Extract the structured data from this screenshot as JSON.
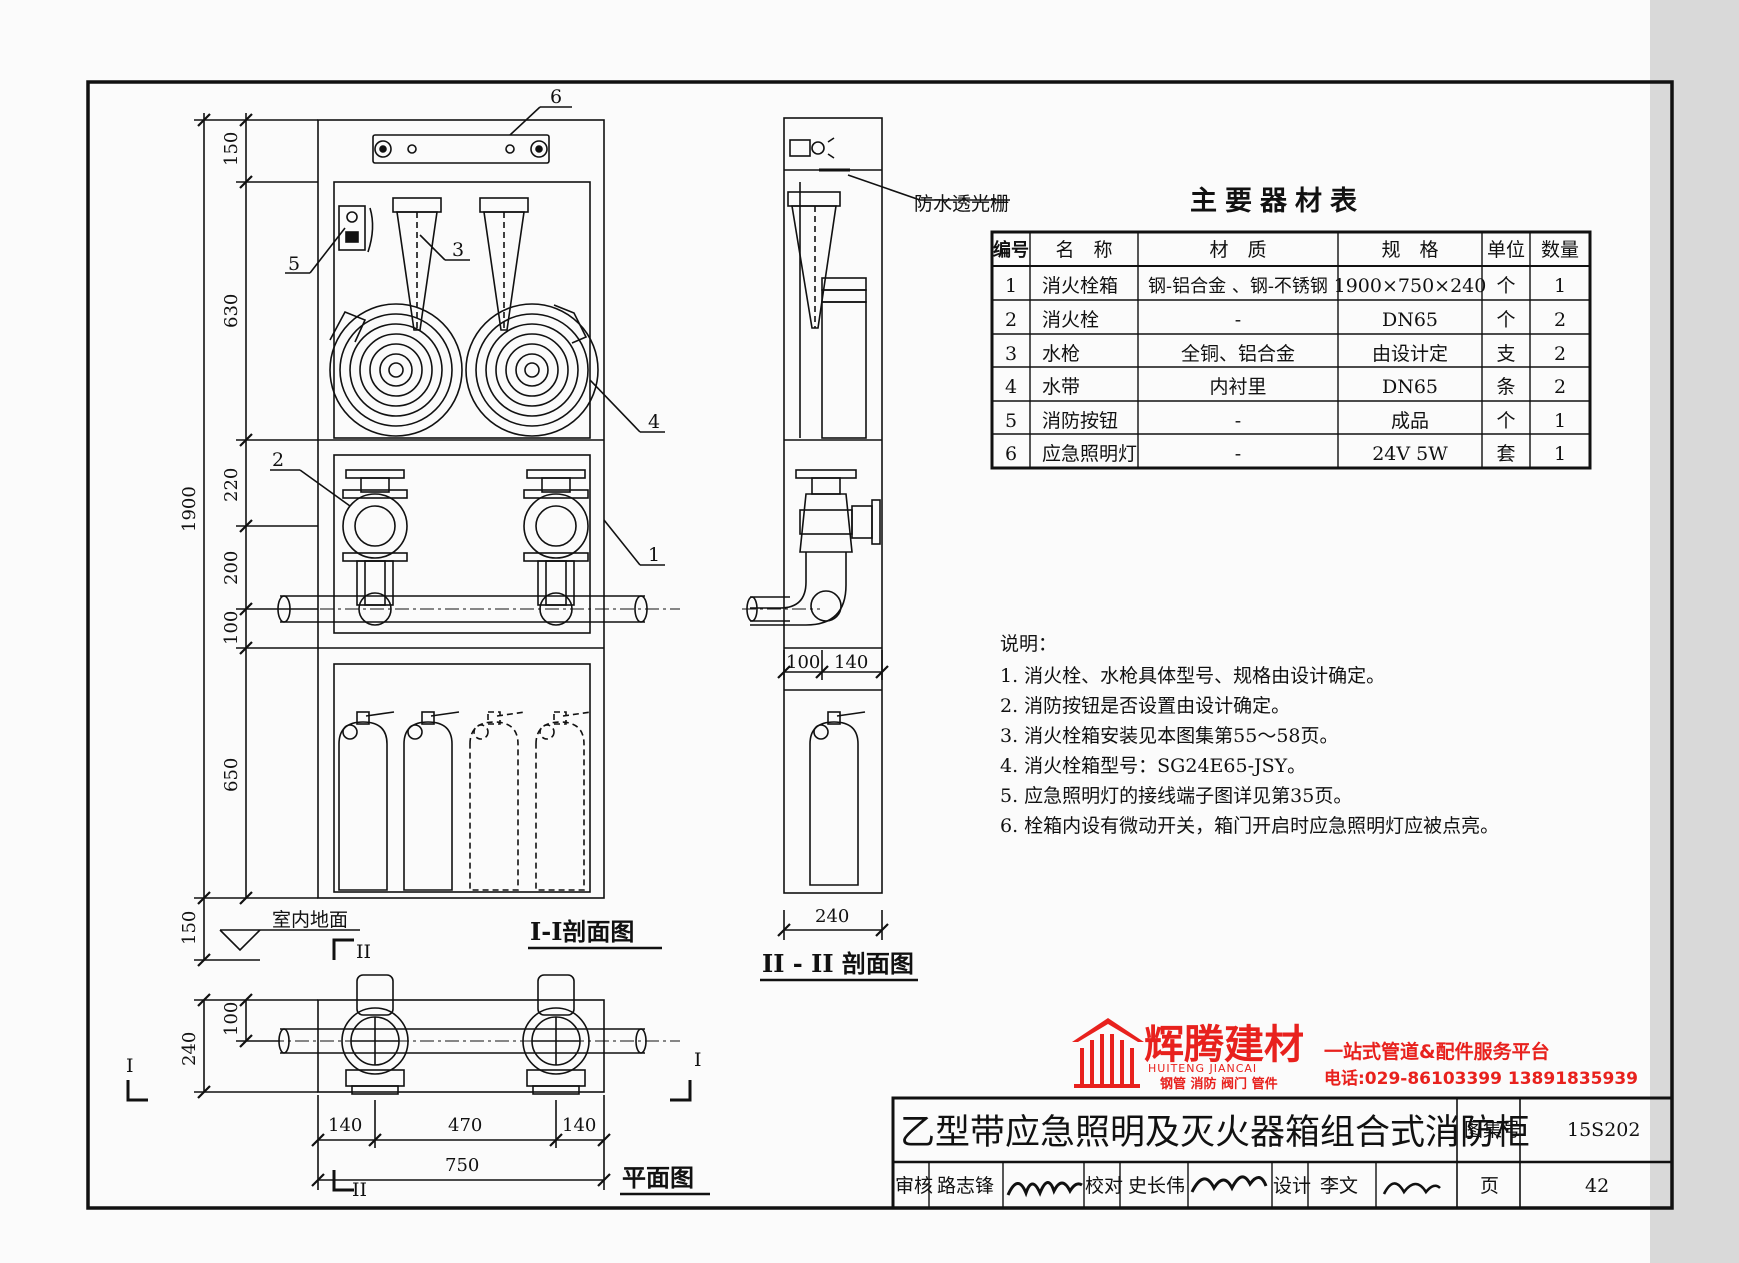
{
  "drawing": {
    "view_labels": {
      "section_1": "I-I剖面图",
      "section_2": "II - II 剖面图",
      "plan": "平面图",
      "floor": "室内地面",
      "waterproof_grille": "防水透光栅",
      "sec_mark_II": "II",
      "sec_mark_I": "I"
    },
    "callouts": [
      "1",
      "2",
      "3",
      "4",
      "5",
      "6"
    ],
    "vertical_dims": [
      "150",
      "630",
      "220",
      "200",
      "100",
      "650",
      "150",
      "1900"
    ],
    "plan_dims": {
      "d100": "100",
      "d240": "240",
      "d140a": "140",
      "d470": "470",
      "d140b": "140",
      "d750": "750"
    },
    "side_dims": {
      "d100": "100",
      "d140": "140",
      "d240": "240"
    }
  },
  "materials_table": {
    "title": "主要器材表",
    "headers": [
      "编号",
      "名　称",
      "材　质",
      "规　格",
      "单位",
      "数量"
    ],
    "rows": [
      [
        "1",
        "消火栓箱",
        "钢-铝合金 、钢-不锈钢",
        "1900×750×240",
        "个",
        "1"
      ],
      [
        "2",
        "消火栓",
        "-",
        "DN65",
        "个",
        "2"
      ],
      [
        "3",
        "水枪",
        "全铜、铝合金",
        "由设计定",
        "支",
        "2"
      ],
      [
        "4",
        "水带",
        "内衬里",
        "DN65",
        "条",
        "2"
      ],
      [
        "5",
        "消防按钮",
        "-",
        "成品",
        "个",
        "1"
      ],
      [
        "6",
        "应急照明灯",
        "-",
        "24V 5W",
        "套",
        "1"
      ]
    ]
  },
  "notes": {
    "heading": "说明：",
    "items": [
      "1. 消火栓、水枪具体型号、规格由设计确定。",
      "2. 消防按钮是否设置由设计确定。",
      "3. 消火栓箱安装见本图集第55～58页。",
      "4. 消火栓箱型号：SG24E65-JSY。",
      "5. 应急照明灯的接线端子图详见第35页。",
      "6. 栓箱内设有微动开关，箱门开启时应急照明灯应被点亮。"
    ]
  },
  "watermark": {
    "brand": "辉腾建材",
    "brand_en": "HUITENG JIANCAI",
    "slogan": "一站式管道&配件服务平台",
    "products": "钢管 消防 阀门 管件",
    "phone": "电话:029-86103399 13891835939"
  },
  "title_block": {
    "title": "乙型带应急照明及灭火器箱组合式消防柜",
    "atlas_label": "图集号",
    "atlas_no": "15S202",
    "review_label": "审核",
    "reviewer": "路志锋",
    "check_label": "校对",
    "checker": "史长伟",
    "design_label": "设计",
    "designer": "李文",
    "page_label": "页",
    "page_no": "42"
  }
}
